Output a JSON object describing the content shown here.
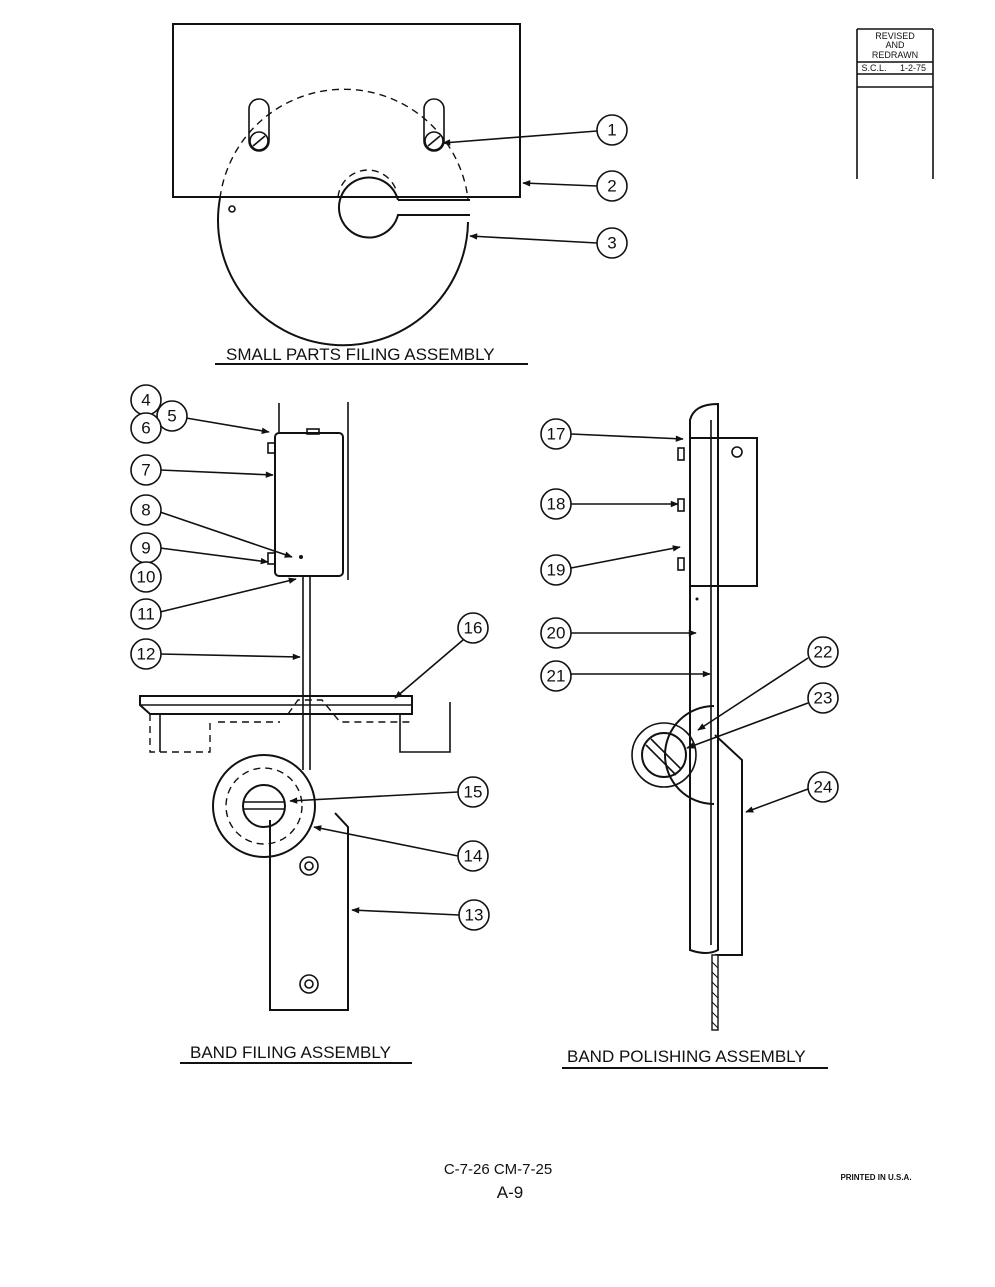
{
  "revision_stamp": {
    "line1": "REVISED",
    "line2": "AND",
    "line3": "REDRAWN",
    "initials": "S.C.L.",
    "date": "1-2-75"
  },
  "titles": {
    "small_parts": "SMALL PARTS FILING ASSEMBLY",
    "band_filing": "BAND FILING ASSEMBLY",
    "band_polishing": "BAND POLISHING ASSEMBLY"
  },
  "callouts": {
    "c1": "1",
    "c2": "2",
    "c3": "3",
    "c4": "4",
    "c5": "5",
    "c6": "6",
    "c7": "7",
    "c8": "8",
    "c9": "9",
    "c10": "10",
    "c11": "11",
    "c12": "12",
    "c13": "13",
    "c14": "14",
    "c15": "15",
    "c16": "16",
    "c17": "17",
    "c18": "18",
    "c19": "19",
    "c20": "20",
    "c21": "21",
    "c22": "22",
    "c23": "23",
    "c24": "24"
  },
  "footer": {
    "model_numbers": "C-7-26  CM-7-25",
    "page_number": "A-9",
    "printed": "PRINTED IN U.S.A."
  }
}
